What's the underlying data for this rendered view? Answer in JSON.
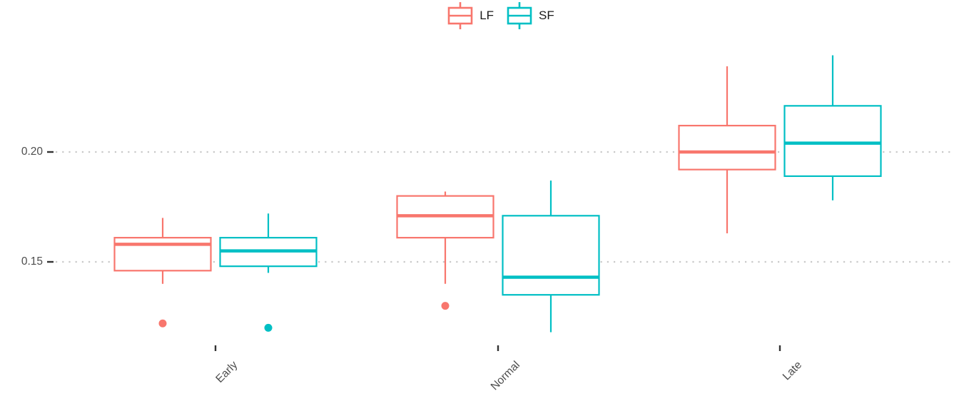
{
  "chart_data": {
    "type": "boxplot",
    "title": "",
    "orientation": "vertical",
    "grouping": "dodged",
    "categories": [
      "Early",
      "Normal",
      "Late"
    ],
    "legend": {
      "position": "top-center",
      "items": [
        {
          "label": "LF",
          "color": "#F8766D"
        },
        {
          "label": "SF",
          "color": "#00BFC4"
        }
      ]
    },
    "yaxis": {
      "ticks": [
        0.15,
        0.2
      ],
      "tick_labels": [
        "0.15",
        "0.20"
      ],
      "range": [
        0.112,
        0.25
      ],
      "gridlines": "dotted-horizontal-only"
    },
    "xaxis": {
      "tick_labels_rotation_deg": 45
    },
    "series": [
      {
        "name": "LF",
        "color": "#F8766D",
        "boxes": [
          {
            "category": "Early",
            "whisker_min": 0.14,
            "q1": 0.146,
            "median": 0.158,
            "q3": 0.161,
            "whisker_max": 0.17,
            "outliers": [
              0.122
            ]
          },
          {
            "category": "Normal",
            "whisker_min": 0.14,
            "q1": 0.161,
            "median": 0.171,
            "q3": 0.18,
            "whisker_max": 0.182,
            "outliers": [
              0.13
            ]
          },
          {
            "category": "Late",
            "whisker_min": 0.163,
            "q1": 0.192,
            "median": 0.2,
            "q3": 0.212,
            "whisker_max": 0.239,
            "outliers": []
          }
        ]
      },
      {
        "name": "SF",
        "color": "#00BFC4",
        "boxes": [
          {
            "category": "Early",
            "whisker_min": 0.145,
            "q1": 0.148,
            "median": 0.155,
            "q3": 0.161,
            "whisker_max": 0.172,
            "outliers": [
              0.12
            ]
          },
          {
            "category": "Normal",
            "whisker_min": 0.118,
            "q1": 0.135,
            "median": 0.143,
            "q3": 0.171,
            "whisker_max": 0.187,
            "outliers": []
          },
          {
            "category": "Late",
            "whisker_min": 0.178,
            "q1": 0.189,
            "median": 0.204,
            "q3": 0.221,
            "whisker_max": 0.244,
            "outliers": []
          }
        ]
      }
    ],
    "style_colors": {
      "gridline": "#c9c9c9",
      "tick_mark": "#333333",
      "axis_text": "#4d4d4d",
      "box_fill": "#ffffff",
      "background": "#ffffff"
    }
  }
}
